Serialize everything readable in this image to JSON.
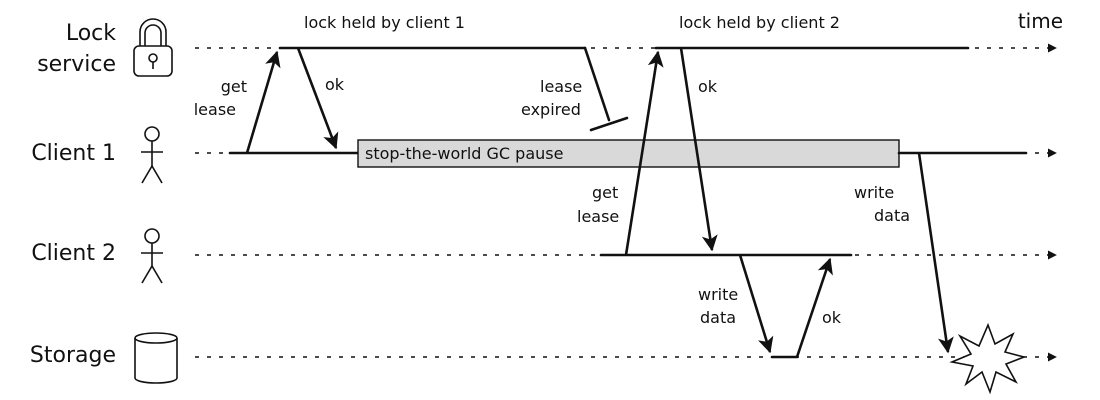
{
  "lanes": {
    "lock_service": [
      "Lock",
      "service"
    ],
    "client1": "Client 1",
    "client2": "Client 2",
    "storage": "Storage"
  },
  "time_label": "time",
  "labels": {
    "lock_held_client1": "lock held by client 1",
    "lock_held_client2": "lock held by client 2",
    "get_lease_1": [
      "get",
      "lease"
    ],
    "ok_1": "ok",
    "lease_expired": [
      "lease",
      "expired"
    ],
    "gc_pause": "stop-the-world GC pause",
    "get_lease_2": [
      "get",
      "lease"
    ],
    "ok_2": "ok",
    "write_data_2": [
      "write",
      "data"
    ],
    "ok_3": "ok",
    "write_data_1": [
      "write",
      "data"
    ]
  },
  "icons": {
    "lock_service": "padlock-icon",
    "client1": "stick-figure-icon",
    "client2": "stick-figure-icon",
    "storage": "database-cylinder-icon",
    "conflict": "explosion-burst-icon"
  }
}
